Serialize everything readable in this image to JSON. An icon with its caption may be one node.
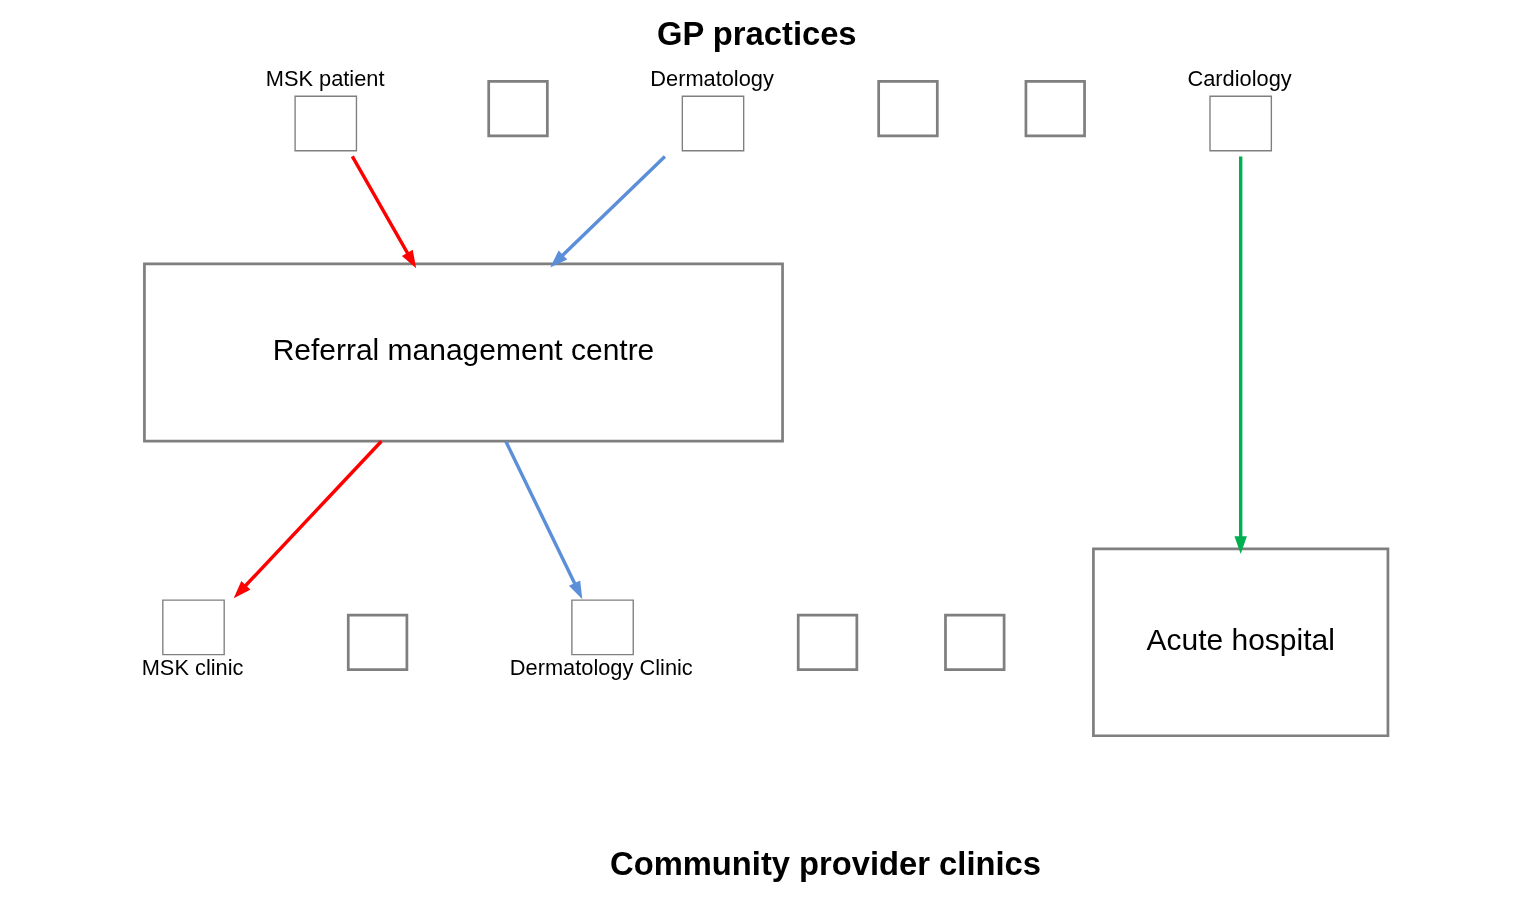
{
  "diagram": {
    "title": "GP practices",
    "caption": "Community provider clinics",
    "nodes": [
      {
        "text": [
          "MSK patient"
        ]
      },
      {
        "text": [],
        "shape": "box"
      },
      {
        "text": [
          "Dermatology"
        ]
      },
      {
        "text": [],
        "shape": "box"
      },
      {
        "text": [],
        "shape": "box"
      },
      {
        "text": [
          "Cardiology"
        ]
      },
      {
        "text": [
          "Referral management centre"
        ]
      },
      {
        "text": [
          "MSK clinic"
        ]
      },
      {
        "text": [],
        "shape": "box"
      },
      {
        "text": [
          "Dermatology Clinic"
        ]
      },
      {
        "text": [],
        "shape": "box"
      },
      {
        "text": [],
        "shape": "box"
      },
      {
        "text": [
          "Acute hospital"
        ]
      }
    ],
    "edges": [
      {
        "from": 0,
        "to": 6,
        "arrow": "to",
        "color": "#ff0000"
      },
      {
        "from": 2,
        "to": 6,
        "arrow": "to",
        "color": "#5b8fd9"
      },
      {
        "from": 5,
        "to": 12,
        "arrow": "to",
        "color": "#00b050"
      },
      {
        "from": 6,
        "to": 7,
        "arrow": "to",
        "color": "#ff0000"
      },
      {
        "from": 6,
        "to": 9,
        "arrow": "to",
        "color": "#5b8fd9"
      }
    ]
  }
}
